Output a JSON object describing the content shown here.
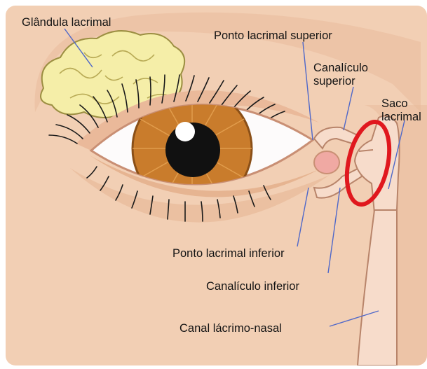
{
  "labels": {
    "glandula_lacrimal": "Glândula lacrimal",
    "ponto_lacrimal_superior": "Ponto lacrimal superior",
    "canaliculo_superior_line1": "Canalículo",
    "canaliculo_superior_line2": "superior",
    "saco_lacrimal_line1": "Saco",
    "saco_lacrimal_line2": "lacrimal",
    "ponto_lacrimal_inferior": "Ponto lacrimal inferior",
    "canaliculo_inferior": "Canalículo inferior",
    "canal_lacrimo_nasal": "Canal lácrimo-nasal"
  },
  "colors": {
    "skin": "#f2cfb4",
    "skin_shadow": "#e8b999",
    "gland": "#f5eea8",
    "iris": "#c97c2c",
    "pupil": "#111111",
    "highlight_ring": "#e0181e",
    "duct": "#f7dccb",
    "leader_line": "#4f68c9"
  },
  "icons": [
    "eye-illustration",
    "lacrimal-gland",
    "highlight-circle"
  ]
}
